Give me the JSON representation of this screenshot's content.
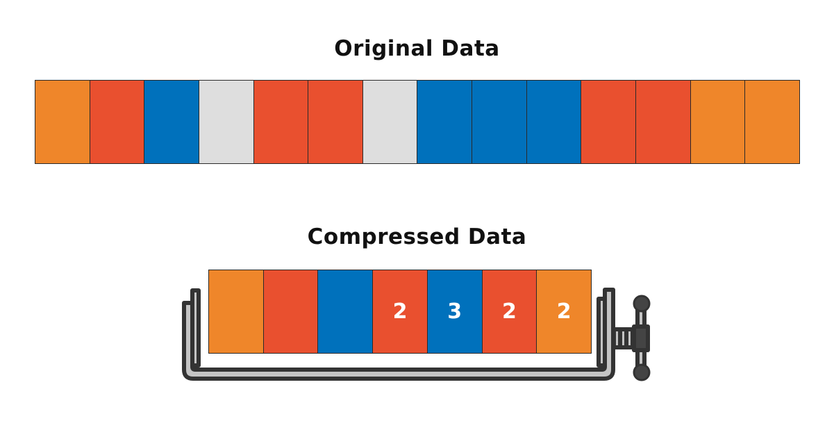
{
  "colors": {
    "orange": "#EF862A",
    "red": "#E9502F",
    "blue": "#0071BC",
    "gray": "#DEDEDE",
    "clamp_metal": "#C4C4C4",
    "clamp_outline": "#333333"
  },
  "original": {
    "title": "Original Data",
    "cells": [
      {
        "color": "orange"
      },
      {
        "color": "red"
      },
      {
        "color": "blue"
      },
      {
        "color": "gray"
      },
      {
        "color": "red"
      },
      {
        "color": "red"
      },
      {
        "color": "gray"
      },
      {
        "color": "blue"
      },
      {
        "color": "blue"
      },
      {
        "color": "blue"
      },
      {
        "color": "red"
      },
      {
        "color": "red"
      },
      {
        "color": "orange"
      },
      {
        "color": "orange"
      }
    ]
  },
  "compressed": {
    "title": "Compressed Data",
    "cells": [
      {
        "color": "orange",
        "label": ""
      },
      {
        "color": "red",
        "label": ""
      },
      {
        "color": "blue",
        "label": ""
      },
      {
        "color": "red",
        "label": "2"
      },
      {
        "color": "blue",
        "label": "3"
      },
      {
        "color": "red",
        "label": "2"
      },
      {
        "color": "orange",
        "label": "2"
      }
    ]
  },
  "clamp_icon": "c-clamp-icon"
}
